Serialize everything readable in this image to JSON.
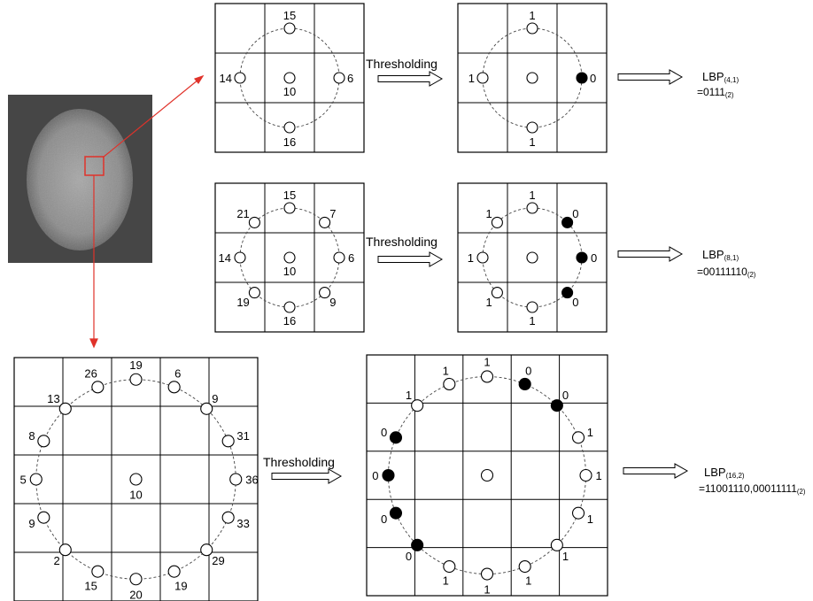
{
  "diagram": {
    "threshold_label": "Thresholding",
    "cell_image": {
      "description_colors": {
        "background": "#4a4a4a",
        "blob": "#9a9a9a",
        "marker": "#e0322a"
      }
    },
    "panels": [
      {
        "id": "p4",
        "center_value": "10",
        "neighbors": [
          "15",
          "6",
          "16",
          "14"
        ],
        "binary": [
          "1",
          "0",
          "1",
          "1"
        ],
        "result_label": "LBP",
        "result_sub": "(4,1)",
        "result_code": "=0111",
        "result_code_sub": "(2)"
      },
      {
        "id": "p8",
        "center_value": "10",
        "neighbors": [
          "15",
          "7",
          "6",
          "9",
          "16",
          "19",
          "14",
          "21"
        ],
        "binary": [
          "1",
          "0",
          "0",
          "0",
          "1",
          "1",
          "1",
          "1"
        ],
        "result_label": "LBP",
        "result_sub": "(8,1)",
        "result_code": "=00111110",
        "result_code_sub": "(2)"
      },
      {
        "id": "p16",
        "center_value": "10",
        "neighbors": [
          "19",
          "6",
          "9",
          "31",
          "36",
          "33",
          "29",
          "19",
          "20",
          "15",
          "2",
          "9",
          "5",
          "8",
          "13",
          "26"
        ],
        "binary": [
          "1",
          "0",
          "0",
          "1",
          "1",
          "1",
          "1",
          "1",
          "1",
          "1",
          "0",
          "0",
          "0",
          "0",
          "1",
          "1"
        ],
        "result_label": "LBP",
        "result_sub": "(16,2)",
        "result_code": "=11001110,00011111",
        "result_code_sub": "(2)"
      }
    ]
  }
}
